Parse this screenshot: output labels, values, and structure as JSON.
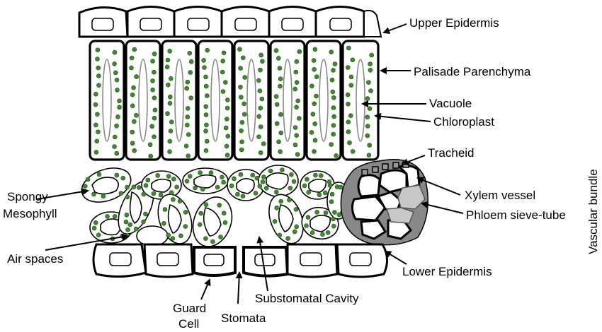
{
  "labels": {
    "upper_epidermis": "Upper Epidermis",
    "palisade_parenchyma": "Palisade Parenchyma",
    "vacuole": "Vacuole",
    "chloroplast": "Chloroplast",
    "tracheid": "Tracheid",
    "vascular_bundle": "Vascular bundle",
    "spongy_line1": "Spongy",
    "spongy_line2": "Mesophyll",
    "xylem_vessel": "Xylem vessel",
    "phloem_sieve_tube": "Phloem sieve-tube",
    "air_spaces": "Air spaces",
    "lower_epidermis": "Lower Epidermis",
    "substomatal_cavity": "Substomatal Cavity",
    "guard_cell_line1": "Guard",
    "guard_cell_line2": "Cell",
    "stomata": "Stomata"
  },
  "colors": {
    "chloroplast": "#3f8a2c",
    "outline": "#000000",
    "phloem": "#c8c8c8",
    "tracheid": "#9a9a9a"
  }
}
